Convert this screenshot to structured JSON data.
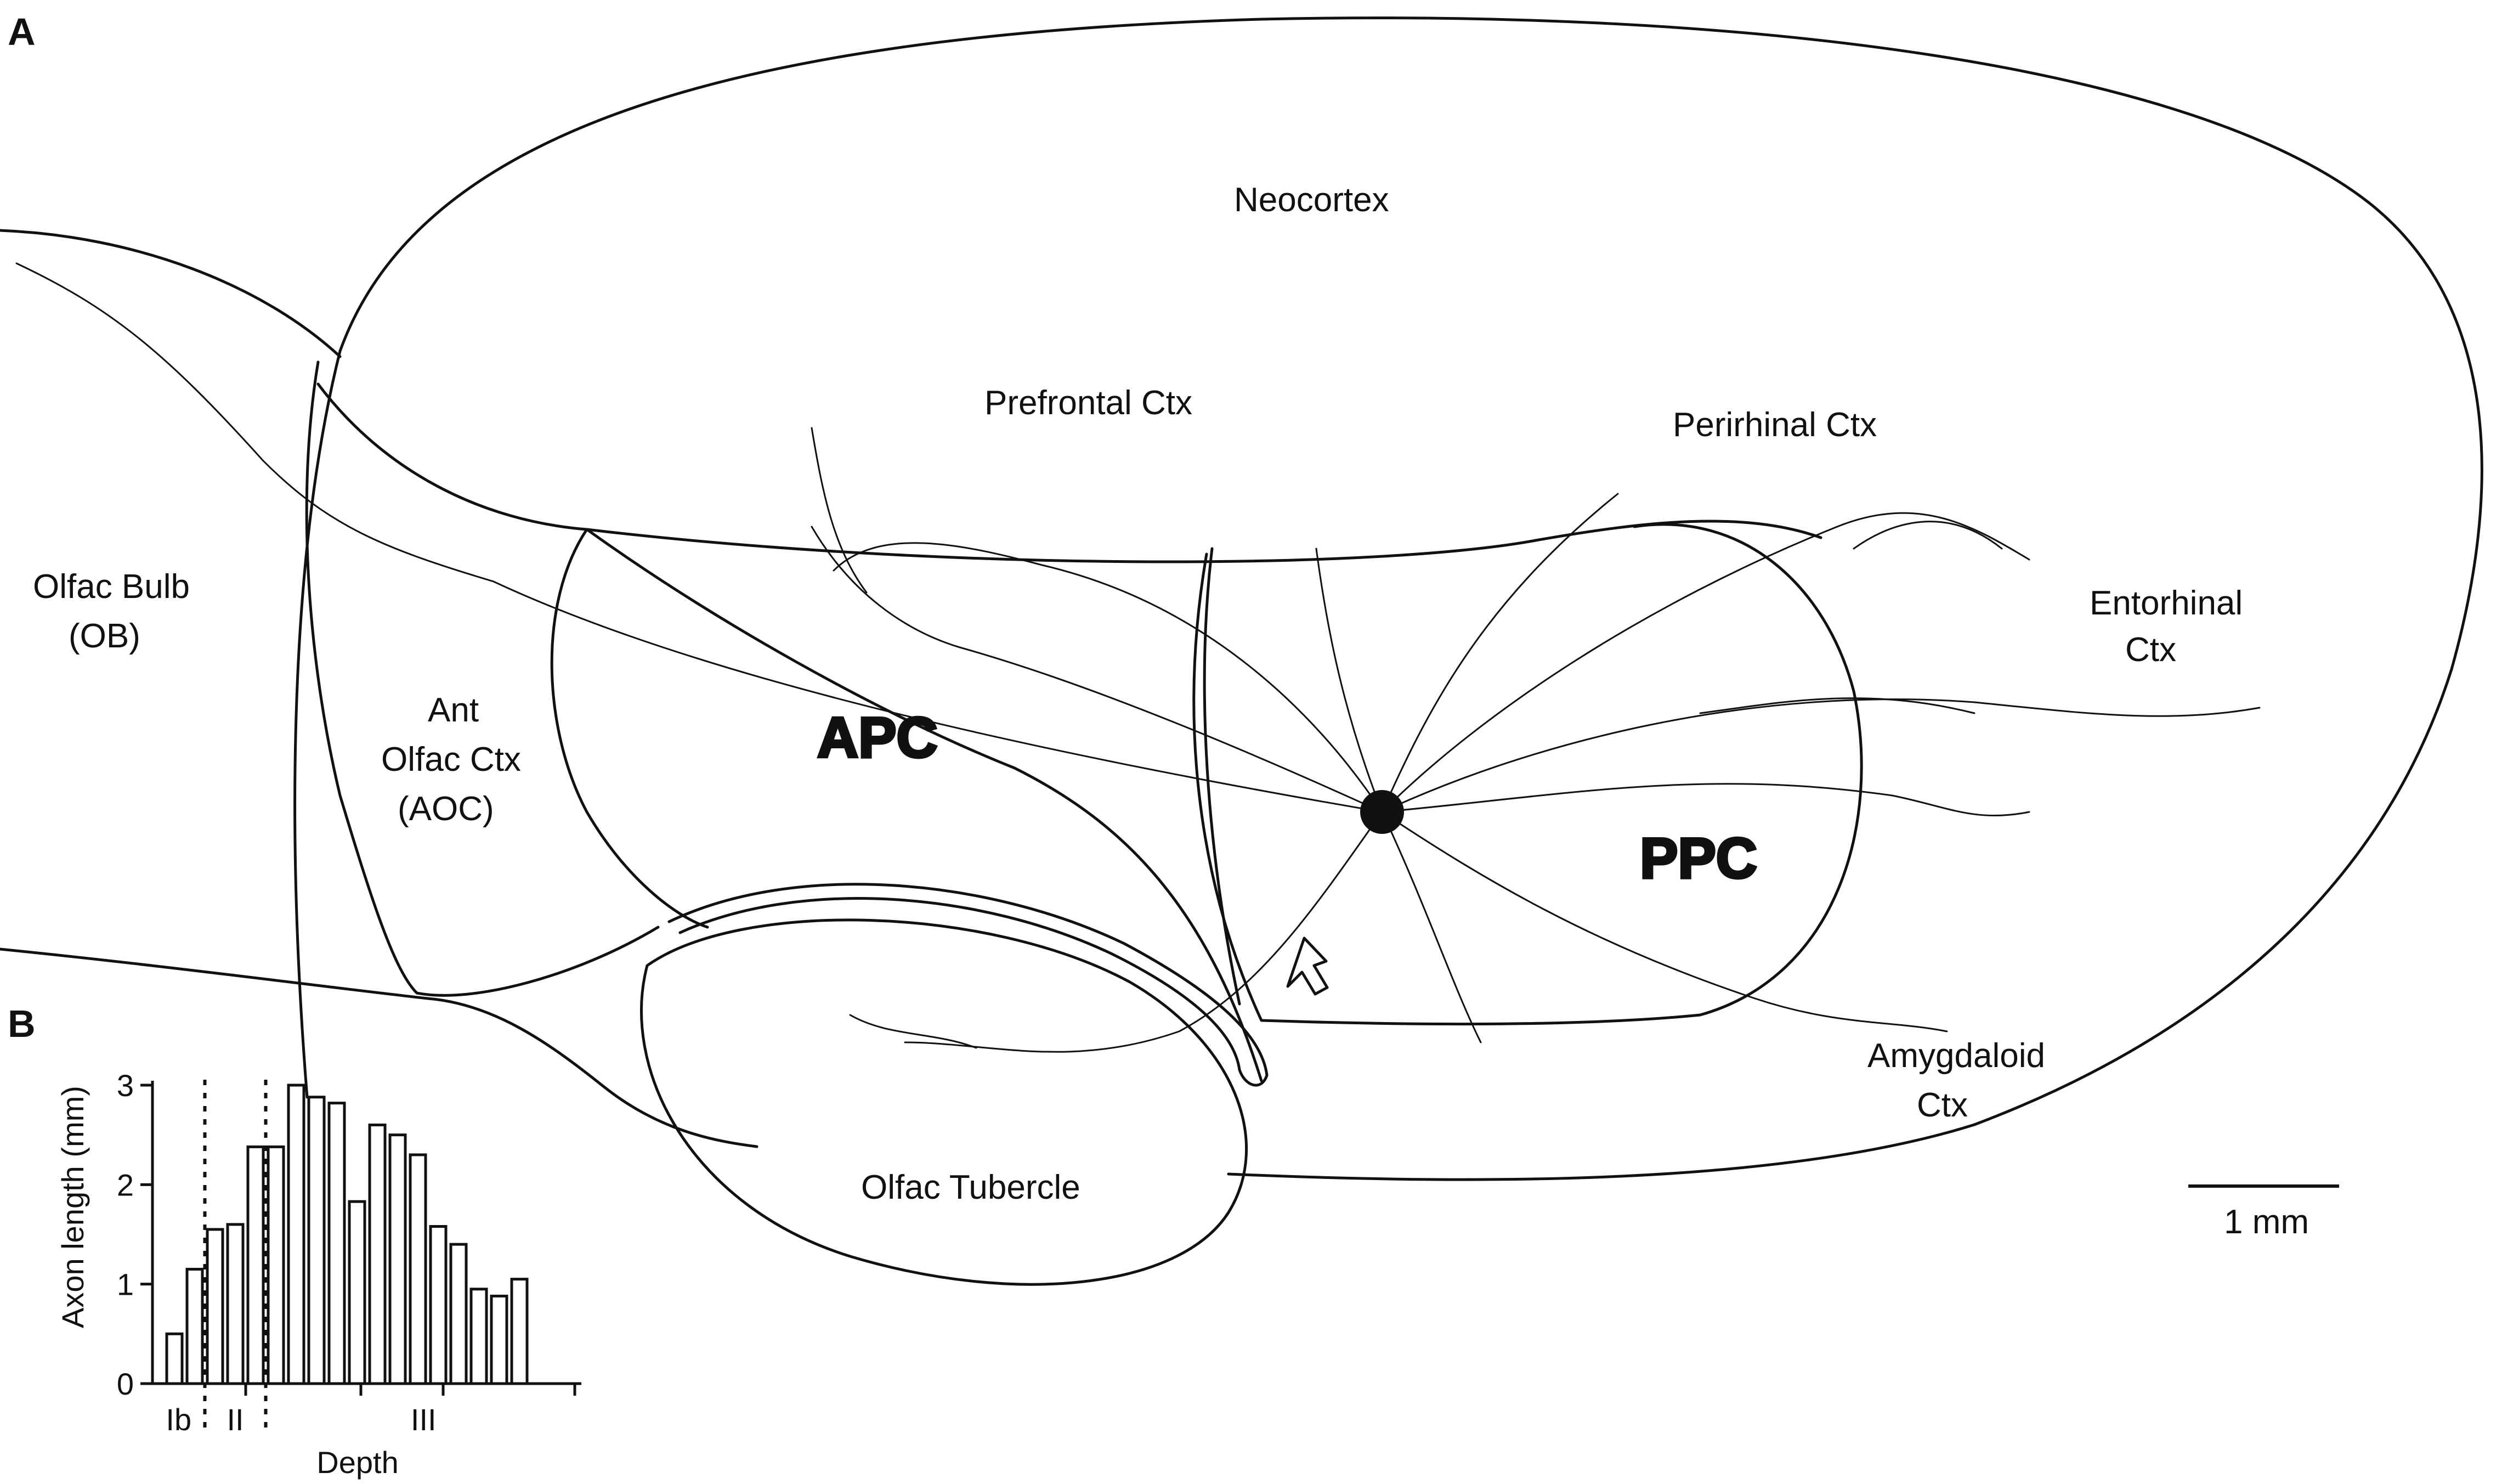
{
  "panel_a": {
    "letter": "A",
    "labels": {
      "neocortex": "Neocortex",
      "prefrontal": "Prefrontal Ctx",
      "perirhinal": "Perirhinal Ctx",
      "olfac_bulb_1": "Olfac Bulb",
      "olfac_bulb_2": "(OB)",
      "entorhinal_1": "Entorhinal",
      "entorhinal_2": "Ctx",
      "ant_olfac_1": "Ant",
      "ant_olfac_2": "Olfac Ctx",
      "ant_olfac_3": "(AOC)",
      "apc": "APC",
      "ppc": "PPC",
      "amygdaloid_1": "Amygdaloid",
      "amygdaloid_2": "Ctx",
      "olfac_tubercle": "Olfac Tubercle"
    },
    "scale_bar": {
      "label": "1 mm"
    }
  },
  "panel_b": {
    "letter": "B"
  },
  "chart_data": {
    "type": "bar",
    "title": "",
    "xlabel": "Depth",
    "ylabel": "Axon length (mm)",
    "ylim": [
      0,
      3
    ],
    "yticks": [
      0,
      1,
      2,
      3
    ],
    "grid": false,
    "values": [
      0.5,
      1.15,
      1.55,
      1.6,
      2.38,
      2.38,
      3.0,
      2.88,
      2.82,
      1.83,
      2.6,
      2.5,
      2.3,
      1.58,
      1.4,
      0.95,
      0.88,
      1.05
    ],
    "layers": [
      {
        "name": "Ib",
        "first_bar": 0,
        "last_bar": 1
      },
      {
        "name": "II",
        "first_bar": 2,
        "last_bar": 4
      },
      {
        "name": "III",
        "first_bar": 5,
        "last_bar": 17
      }
    ]
  }
}
